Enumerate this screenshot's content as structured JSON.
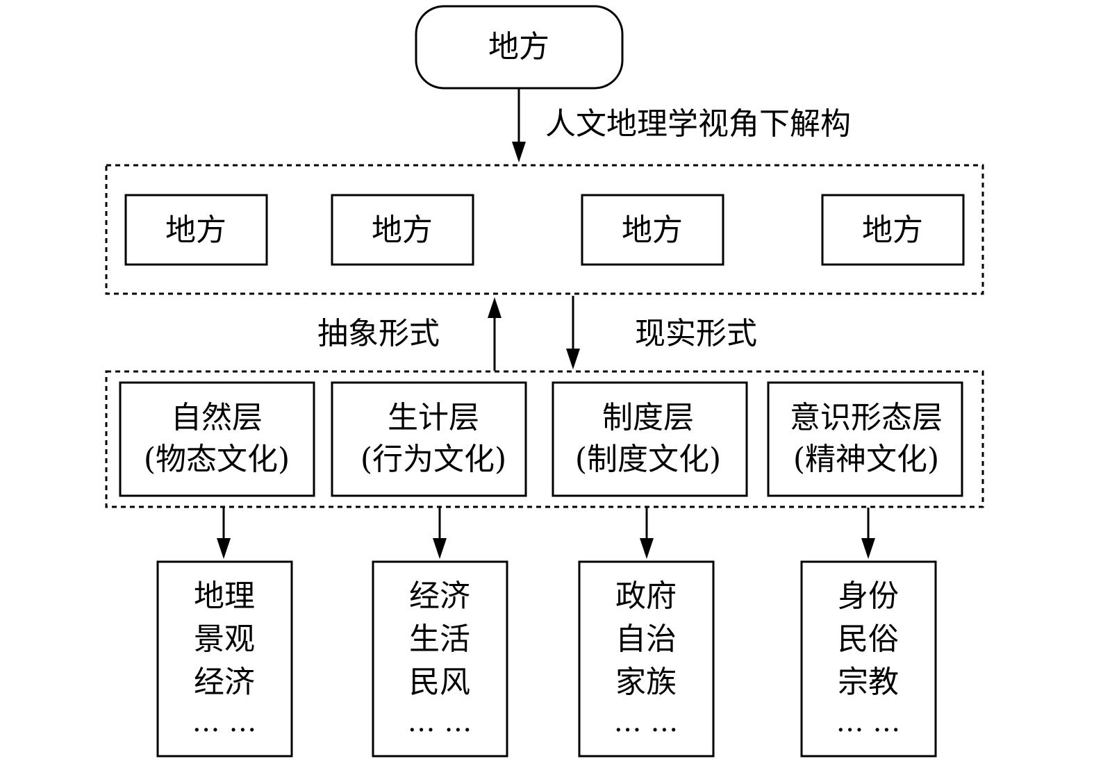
{
  "root": {
    "label": "地方"
  },
  "deconstruct_label": "人文地理学视角下解构",
  "places": [
    "地方",
    "地方",
    "地方",
    "地方"
  ],
  "abstract_label": "抽象形式",
  "real_label": "现实形式",
  "layers": [
    {
      "name": "自然层",
      "culture": "(物态文化)"
    },
    {
      "name": "生计层",
      "culture": "(行为文化)"
    },
    {
      "name": "制度层",
      "culture": "(制度文化)"
    },
    {
      "name": "意识形态层",
      "culture": "(精神文化)"
    }
  ],
  "examples": [
    [
      "地理",
      "景观",
      "经济",
      "… …"
    ],
    [
      "经济",
      "生活",
      "民风",
      "… …"
    ],
    [
      "政府",
      "自治",
      "家族",
      "… …"
    ],
    [
      "身份",
      "民俗",
      "宗教",
      "… …"
    ]
  ],
  "colors": {
    "stroke": "#000000",
    "background": "#ffffff"
  }
}
